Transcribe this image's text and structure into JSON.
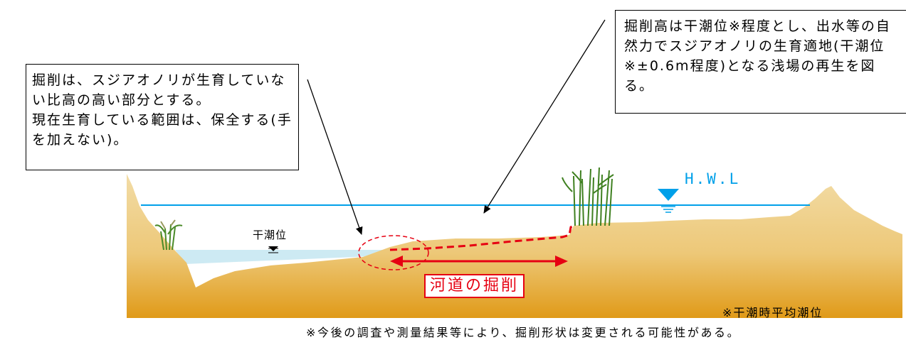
{
  "callouts": {
    "left": "掘削は、スジアオノリが生育していない比高の高い部分とする。\n現在生育している範囲は、保全する(手を加えない)。",
    "right": "掘削高は干潮位※程度とし、出水等の自然力でスジアオノリの生育適地(干潮位※±0.6m程度)となる浅場の再生を図る。"
  },
  "labels": {
    "hwl": "H.W.L",
    "ebb_tide_level": "干潮位",
    "river_excavation": "河道の掘削",
    "footnote_ebb": "※干潮時平均潮位"
  },
  "notes": {
    "bottom": "※今後の調査や測量結果等により、掘削形状は変更される可能性がある。"
  },
  "colors": {
    "ground_top": "#f0d9a0",
    "ground_bottom": "#e2a020",
    "water": "#cdeaf3",
    "hwl_line": "#00a0e9",
    "excavation_red": "#e60012",
    "reed_green": "#4a8a28"
  },
  "icons": [
    "water-level-triangle-icon",
    "reed-icon",
    "double-arrow-icon"
  ]
}
